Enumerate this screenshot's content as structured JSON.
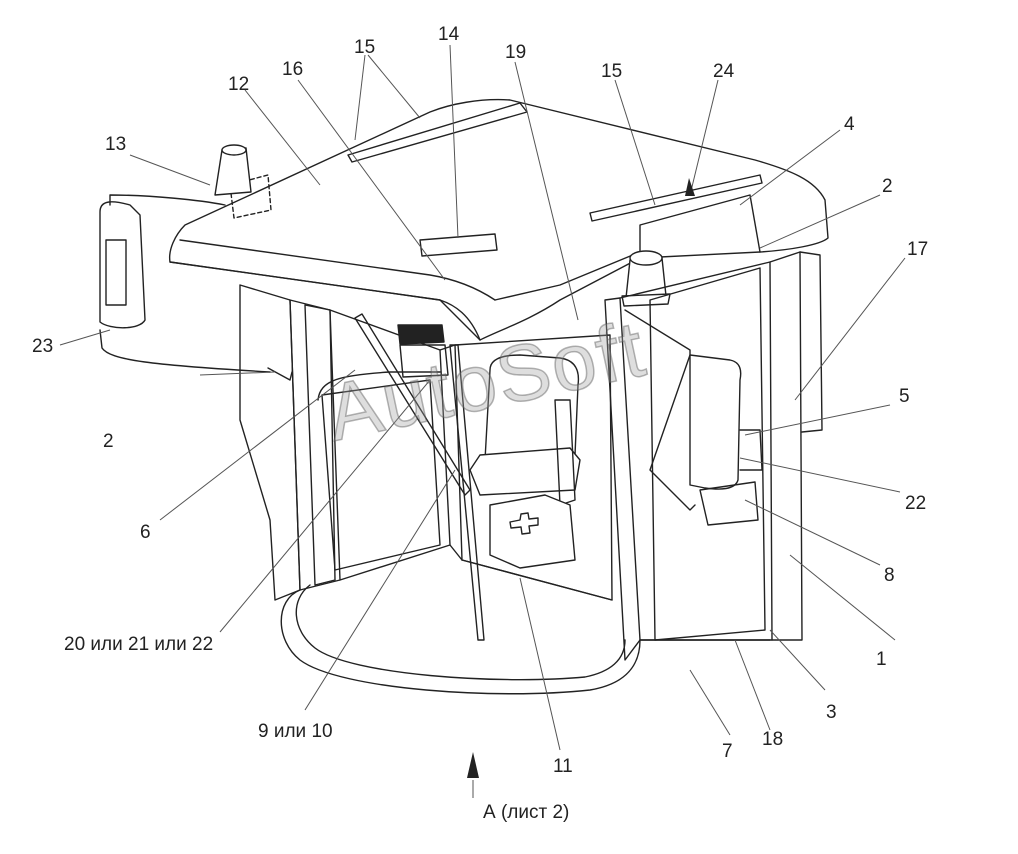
{
  "watermark": "AutoSoft",
  "view_marker": "А (лист 2)",
  "callouts": {
    "c1": "1",
    "c2a": "2",
    "c2b": "2",
    "c3": "3",
    "c4": "4",
    "c5": "5",
    "c6": "6",
    "c7": "7",
    "c8": "8",
    "c9": "9 или 10",
    "c11": "11",
    "c12": "12",
    "c13": "13",
    "c14": "14",
    "c15a": "15",
    "c15b": "15",
    "c16": "16",
    "c17": "17",
    "c18": "18",
    "c19": "19",
    "c20": "20 или 21 или 22",
    "c22": "22",
    "c23": "23",
    "c24": "24"
  },
  "colors": {
    "line": "#222222",
    "leader": "#555555",
    "fill": "#ffffff"
  }
}
